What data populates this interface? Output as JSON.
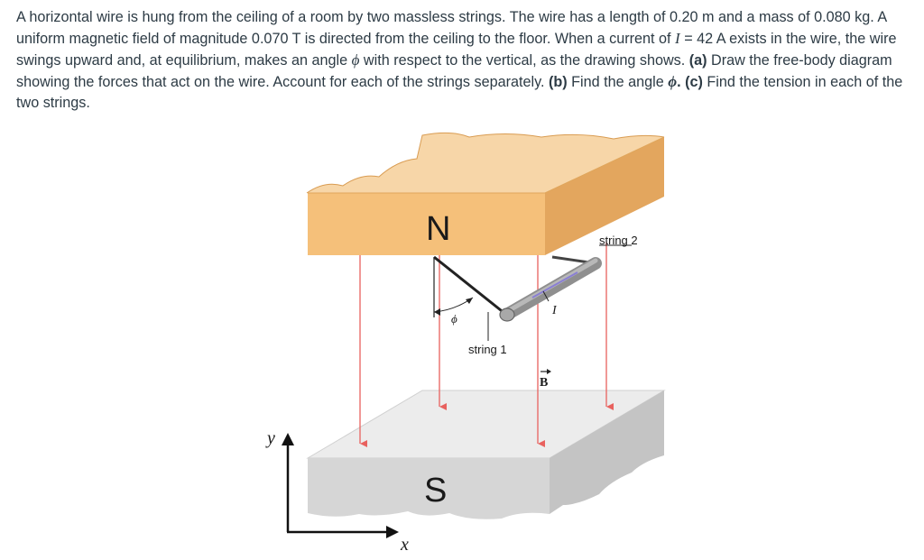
{
  "problem": {
    "s1": "A horizontal wire is hung from the ceiling of a room by two massless strings. The wire has a length of 0.20 m and a mass of 0.080 kg. A uniform magnetic field of magnitude 0.070 T is directed from the ceiling to the floor. When a current of ",
    "var_I": "I",
    "s2": " = 42 A exists in the wire, the wire swings upward and, at equilibrium, makes an angle ",
    "phi": "ϕ",
    "s3": " with respect to the vertical, as the drawing shows. ",
    "part_a_tag": "(a)",
    "part_a": " Draw the free-body diagram showing the forces that act on the wire. Account for each of the strings separately. ",
    "part_b_tag": "(b)",
    "part_b": " Find the angle ",
    "part_b_end": ".",
    "part_c_tag": "(c)",
    "part_c": " Find the tension in each of the two strings."
  },
  "figure": {
    "pole_north": "N",
    "pole_south": "S",
    "string1": "string 1",
    "string2": "string 2",
    "angle": "ϕ",
    "current": "I",
    "field": "B",
    "axis_y": "y",
    "axis_x": "x",
    "colors": {
      "ceiling_front": "#f5c07a",
      "ceiling_top": "#f7d6a8",
      "floor_front": "#d6d6d6",
      "floor_top": "#ececec",
      "field_lines": "#e8615e",
      "wire": "#9a9a9a",
      "current_arrow": "#8a7fd4"
    }
  }
}
